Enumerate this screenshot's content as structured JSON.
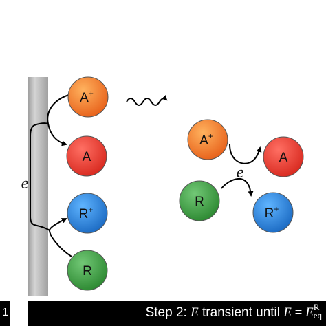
{
  "species": {
    "a_plus": {
      "symbol": "A",
      "charge": "+",
      "color": "#f07a2b"
    },
    "a": {
      "symbol": "A",
      "charge": "",
      "color": "#e63c30"
    },
    "r_plus": {
      "symbol": "R",
      "charge": "+",
      "color": "#2a82d4"
    },
    "r": {
      "symbol": "R",
      "charge": "",
      "color": "#3f9b44"
    }
  },
  "electron_label": "e",
  "footer": {
    "step": "Step 2: ",
    "var_e": "E",
    "middle": " transient until ",
    "var_e2": "E",
    "equals": " = ",
    "var_eeq": "E",
    "sub": "eq",
    "sup": "R"
  },
  "left_edge_text": "1"
}
